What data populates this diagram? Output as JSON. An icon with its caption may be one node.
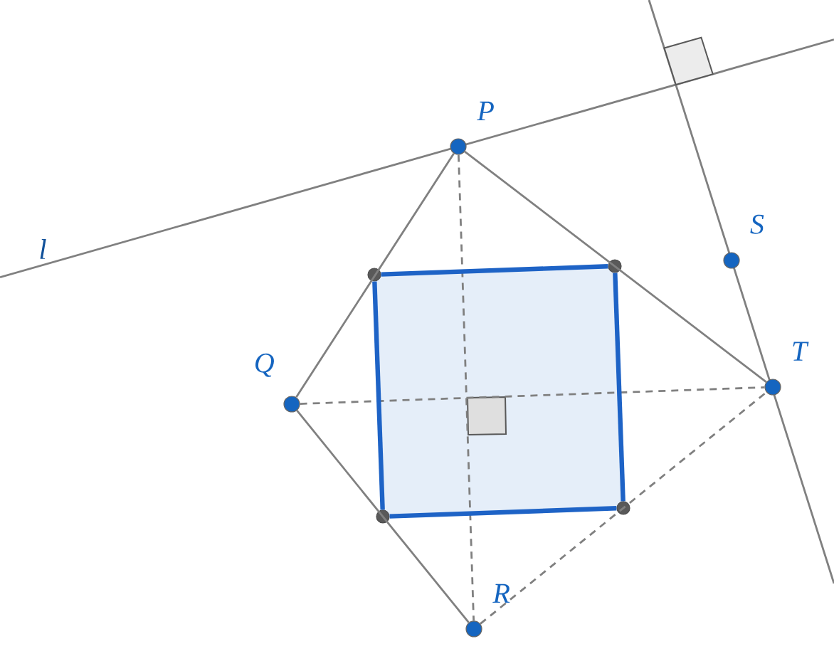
{
  "diagram": {
    "nodes": [
      {
        "text": [
          "P"
        ]
      },
      {
        "text": [
          "Q"
        ]
      },
      {
        "text": [
          "R"
        ]
      },
      {
        "text": [
          "T"
        ]
      },
      {
        "text": [
          "S"
        ]
      },
      {
        "text": [],
        "shape": "circle"
      },
      {
        "text": [],
        "shape": "circle"
      },
      {
        "text": [],
        "shape": "circle"
      },
      {
        "text": [],
        "shape": "circle"
      }
    ],
    "edges": [
      {
        "from": 0,
        "to": 1,
        "arrow": "none"
      },
      {
        "from": 1,
        "to": 2,
        "arrow": "none"
      },
      {
        "from": 0,
        "to": 3,
        "arrow": "none"
      },
      {
        "from": 2,
        "to": 3,
        "arrow": "none",
        "style": "dashed"
      },
      {
        "from": 0,
        "to": 2,
        "arrow": "none",
        "style": "dashed"
      },
      {
        "from": 1,
        "to": 3,
        "arrow": "none",
        "style": "dashed"
      },
      {
        "from": 5,
        "to": 6,
        "arrow": "none",
        "style": "thick",
        "color": "#1e63c6"
      },
      {
        "from": 6,
        "to": 7,
        "arrow": "none",
        "style": "thick",
        "color": "#1e63c6"
      },
      {
        "from": 7,
        "to": 8,
        "arrow": "none",
        "style": "thick",
        "color": "#1e63c6"
      },
      {
        "from": 8,
        "to": 5,
        "arrow": "none",
        "style": "thick",
        "color": "#1e63c6"
      }
    ],
    "labels": [
      "l"
    ]
  }
}
